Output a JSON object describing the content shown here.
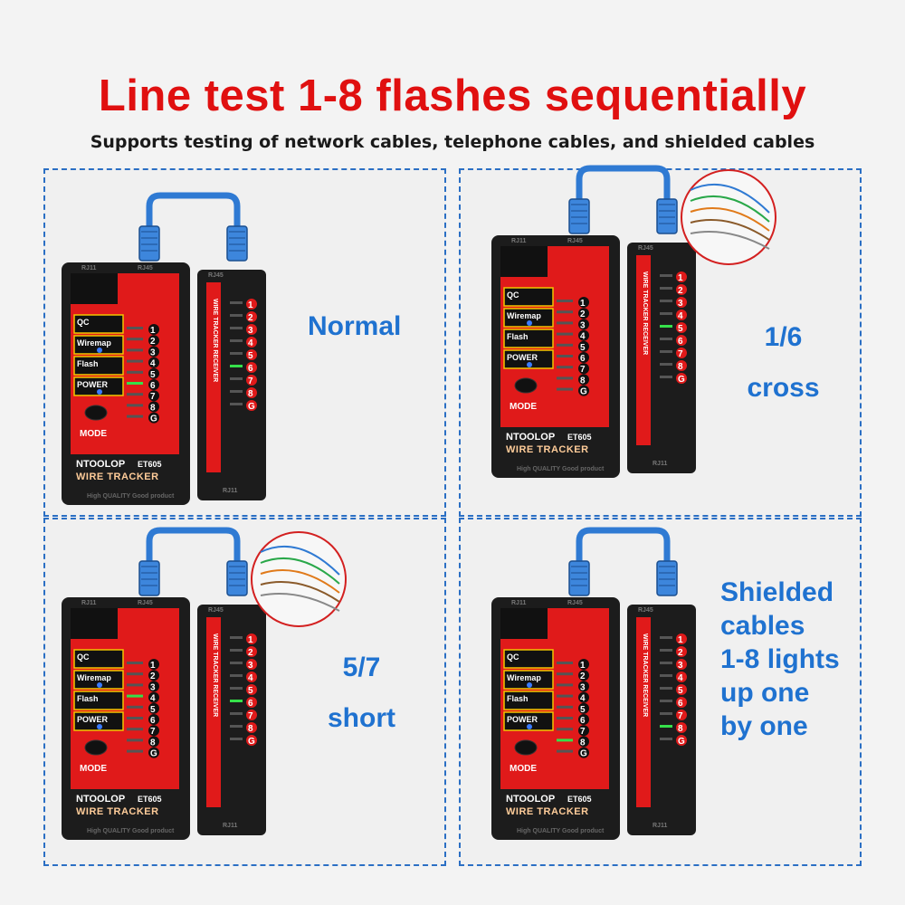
{
  "headline": "Line test 1-8 flashes sequentially",
  "subheadline": "Supports testing of network cables, telephone cables, and shielded cables",
  "device": {
    "brand": "NTOOLOP",
    "model": "ET605",
    "name": "WIRE TRACKER",
    "receiver_label": "WIRE TRACKER RECEIVER",
    "port_labels": [
      "RJ11",
      "RJ45"
    ],
    "mode_button_label": "MODE",
    "qc_label": "QC",
    "wiremap_label": "Wiremap",
    "flash_label": "Flash",
    "power_label": "POWER",
    "pins": [
      "1",
      "2",
      "3",
      "4",
      "5",
      "6",
      "7",
      "8",
      "G"
    ],
    "quality_text": "High QUALITY Good product"
  },
  "colors": {
    "headline": "#e01010",
    "caption": "#1f72d0",
    "device_body": "#1c1c1c",
    "device_red": "#e01a1a",
    "led_green": "#35e04a",
    "cable_blue": "#2f7ad3"
  },
  "panels": [
    {
      "caption": [
        "Normal"
      ],
      "wire_detail": false
    },
    {
      "caption": [
        "1/6",
        "cross"
      ],
      "wire_detail": true
    },
    {
      "caption": [
        "5/7",
        "short"
      ],
      "wire_detail": true
    },
    {
      "caption": [
        "Shielded",
        "cables",
        "1-8 lights",
        "up one",
        "by one"
      ],
      "wire_detail": false
    }
  ]
}
